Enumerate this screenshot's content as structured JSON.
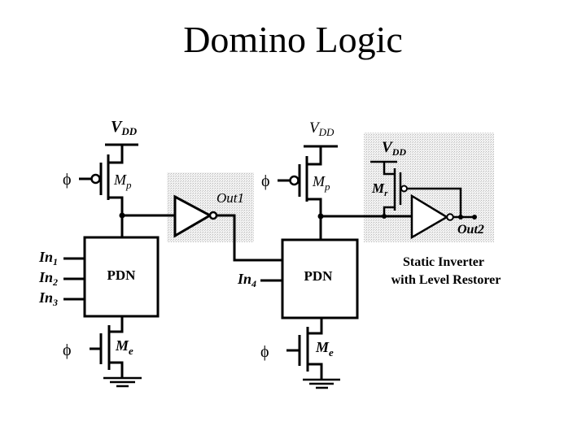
{
  "title": "Domino Logic",
  "diagram": {
    "stage1": {
      "vdd_label": "V",
      "vdd_sub": "DD",
      "clock_label": "ϕ",
      "precharge_label": "M",
      "precharge_sub": "p",
      "pdn_label": "PDN",
      "inputs": [
        {
          "label": "In",
          "sub": "1"
        },
        {
          "label": "In",
          "sub": "2"
        },
        {
          "label": "In",
          "sub": "3"
        }
      ],
      "evaluate_label": "M",
      "evaluate_sub": "e",
      "eval_clock_label": "ϕ",
      "output_label": "Out1"
    },
    "stage2": {
      "vdd_label": "V",
      "vdd_sub": "DD",
      "clock_label": "ϕ",
      "precharge_label": "M",
      "precharge_sub": "p",
      "pdn_label": "PDN",
      "inputs": [
        {
          "label": "In",
          "sub": "4"
        }
      ],
      "evaluate_label": "M",
      "evaluate_sub": "e",
      "eval_clock_label": "ϕ"
    },
    "restorer": {
      "vdd_label": "V",
      "vdd_sub": "DD",
      "keeper_label": "M",
      "keeper_sub": "r",
      "output_label": "Out2",
      "caption_line1": "Static Inverter",
      "caption_line2": "with Level Restorer"
    }
  }
}
